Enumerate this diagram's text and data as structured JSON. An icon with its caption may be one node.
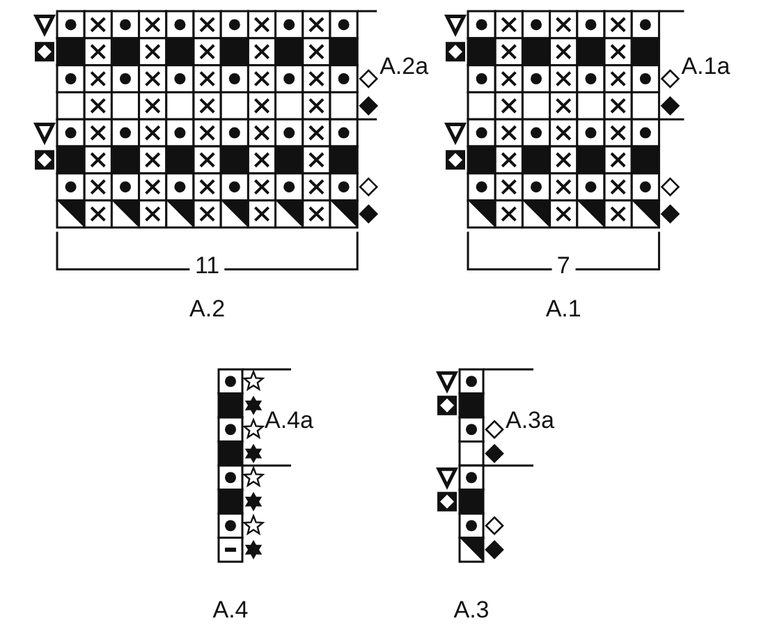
{
  "diagram": {
    "labels": [
      "A.2a",
      "A.1a",
      "11",
      "7",
      "A.2",
      "A.1",
      "A.4a",
      "A.3a",
      "A.4",
      "A.3"
    ]
  }
}
